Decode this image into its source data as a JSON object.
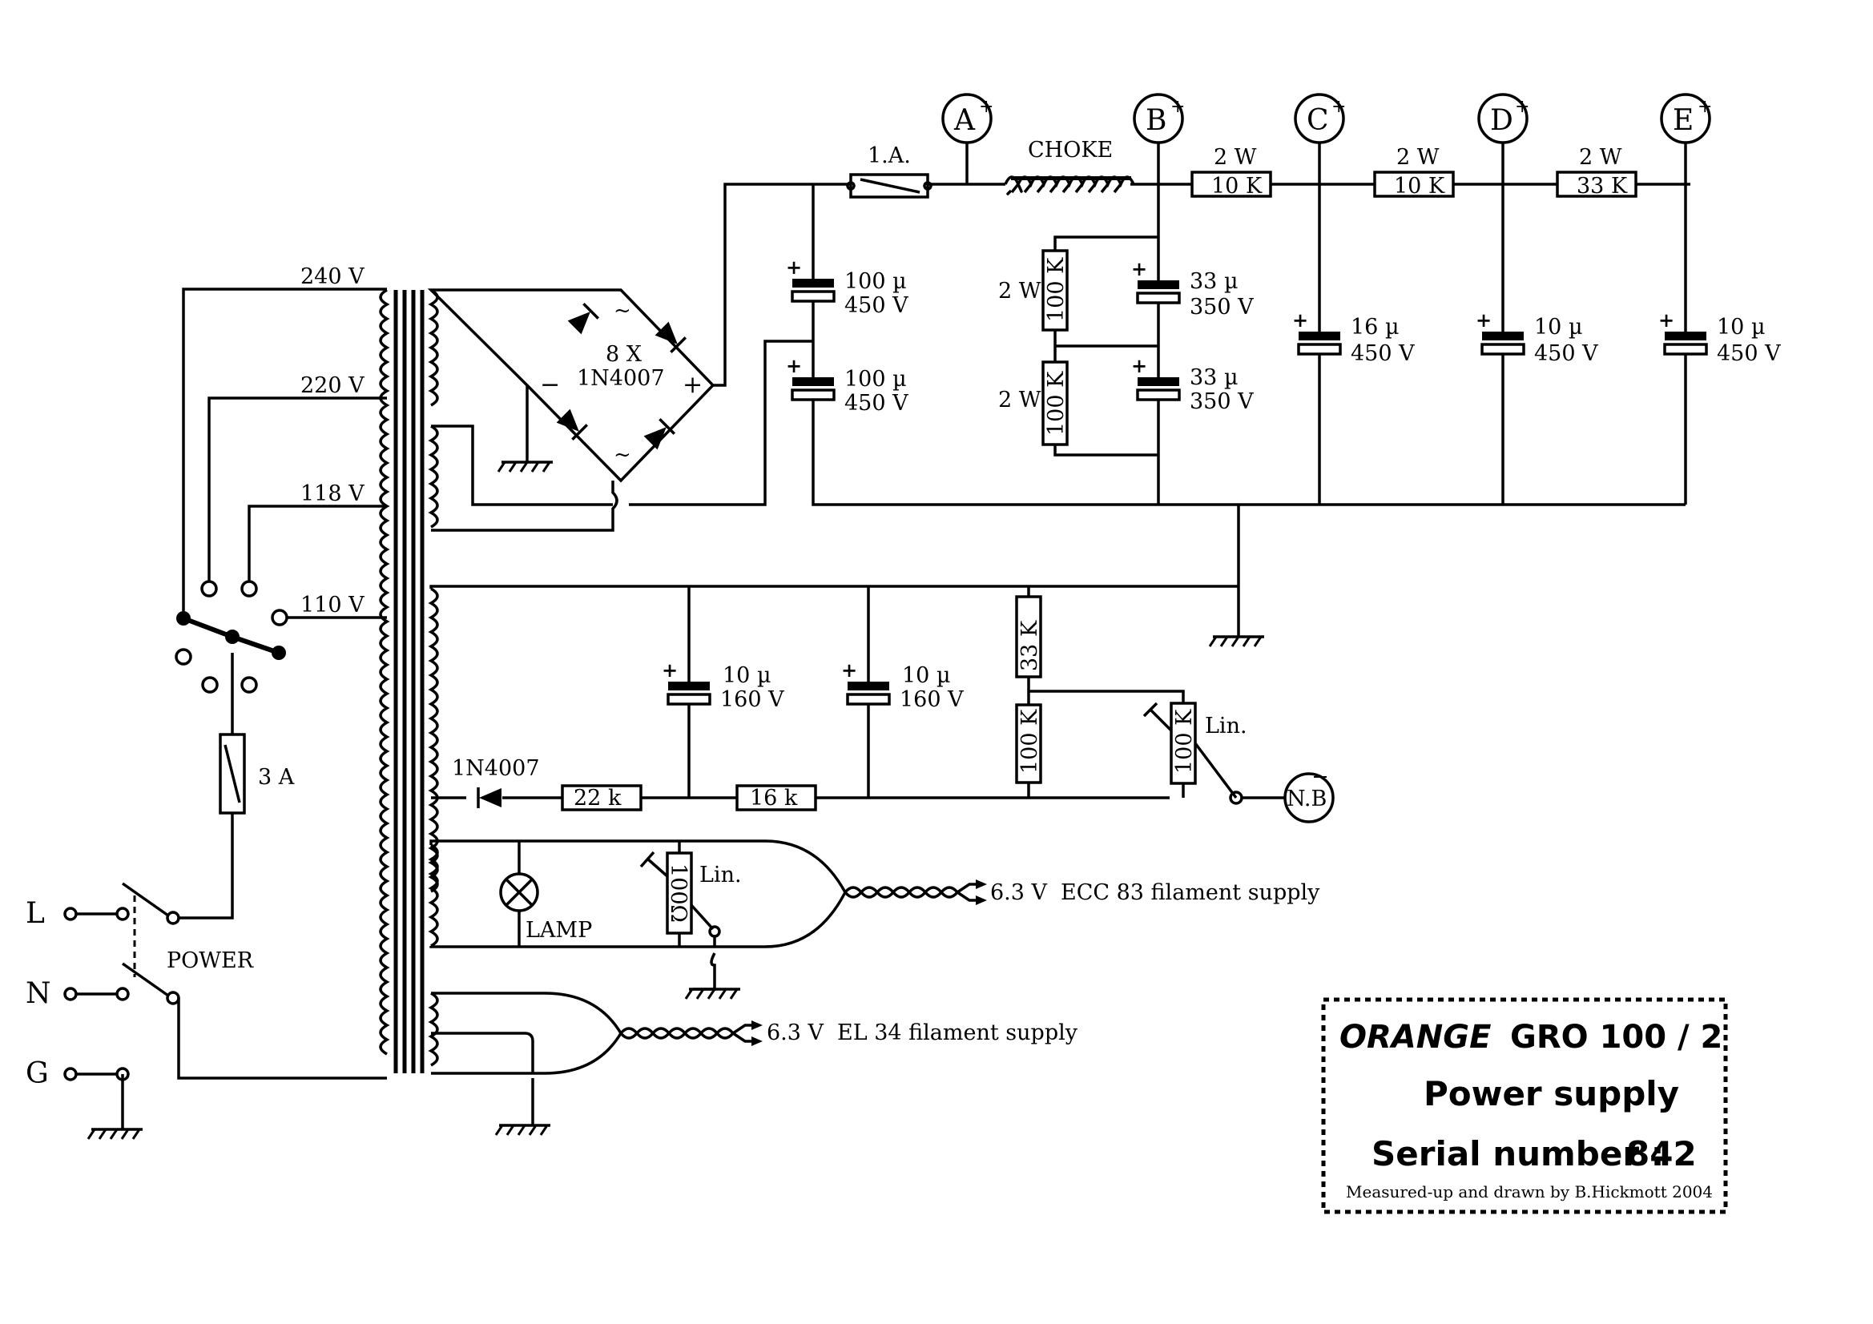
{
  "title_block": {
    "brand": "ORANGE",
    "model": "GRO 100 / 2",
    "subtitle": "Power supply",
    "serial_label": "Serial number :",
    "serial_value": "842",
    "credit": "Measured-up and drawn by B.Hickmott 2004"
  },
  "mains": {
    "live": "L",
    "neutral": "N",
    "ground": "G",
    "switch_label": "POWER",
    "fuse": "3 A"
  },
  "taps": [
    "240 V",
    "220 V",
    "118 V",
    "110 V"
  ],
  "nodes": [
    "A",
    "B",
    "C",
    "D",
    "E"
  ],
  "node_sign": "+",
  "nb_label": "N.B",
  "hv": {
    "fuse": "1.A.",
    "choke": "CHOKE",
    "bridge": [
      "8 X",
      "1N4007"
    ],
    "caps": [
      [
        "100 µ",
        "450 V"
      ],
      [
        "100 µ",
        "450 V"
      ],
      [
        "33 µ",
        "350 V"
      ],
      [
        "33 µ",
        "350 V"
      ],
      [
        "16 µ",
        "450 V"
      ],
      [
        "10 µ",
        "450 V"
      ],
      [
        "10 µ",
        "450 V"
      ]
    ],
    "bleeders": [
      [
        "2 W",
        "100 K"
      ],
      [
        "2 W",
        "100 K"
      ]
    ],
    "series": [
      [
        "2 W",
        "10 K"
      ],
      [
        "2 W",
        "10 K"
      ],
      [
        "2 W",
        "33 K"
      ]
    ]
  },
  "bias": {
    "diode": "1N4007",
    "r1": "22 k",
    "r2": "16 k",
    "caps": [
      [
        "10 µ",
        "160 V"
      ],
      [
        "10 µ",
        "160 V"
      ]
    ],
    "divider_top": "33 K",
    "divider_bottom": "100 K",
    "pot": "100 K",
    "pot_label": "Lin."
  },
  "filaments": {
    "lamp": "LAMP",
    "pot": "100Ω",
    "pot_label": "Lin.",
    "ecc": [
      "6.3 V",
      "ECC 83 filament supply"
    ],
    "el": [
      "6.3 V",
      "EL 34  filament supply"
    ]
  }
}
